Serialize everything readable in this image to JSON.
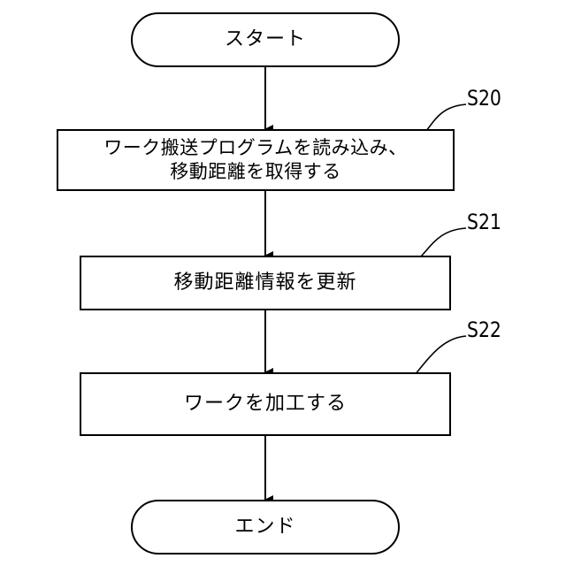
{
  "flowchart": {
    "start": {
      "text": "スタート"
    },
    "steps": [
      {
        "id": "S20",
        "label": "S20",
        "text_line1": "ワーク搬送プログラムを読み込み、",
        "text_line2": "移動距離を取得する"
      },
      {
        "id": "S21",
        "label": "S21",
        "text": "移動距離情報を更新"
      },
      {
        "id": "S22",
        "label": "S22",
        "text": "ワークを加工する"
      }
    ],
    "end": {
      "text": "エンド"
    }
  },
  "colors": {
    "line": "#000000",
    "box_fill": "#ffffff",
    "background": "#ffffff"
  }
}
